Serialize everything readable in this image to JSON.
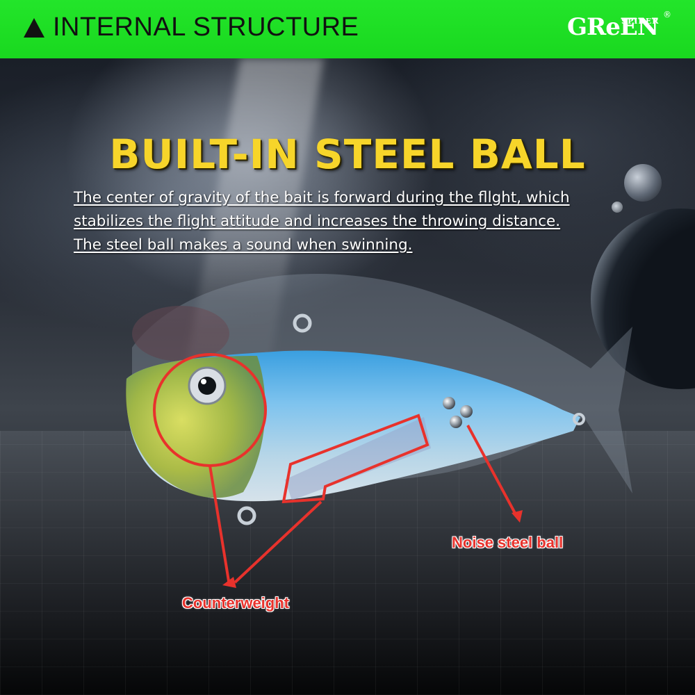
{
  "header": {
    "title": "INTERNAL STRUCTURE",
    "brand_logo": {
      "main": "GReEN",
      "sub": "SPIDER",
      "reg": "®"
    },
    "bar_color": "#1ed923"
  },
  "main": {
    "headline": "BUILT-IN STEEL BALL",
    "description_lines": [
      "The center of gravity of the bait is forward during the fllght, which",
      "stabilizes the flight attitude and increases the throwing distance.",
      "The steel ball makes a sound when swinning."
    ],
    "headline_color": "#f7d52a"
  },
  "callouts": {
    "noise": "Noise steel ball",
    "counter": "Counterweight",
    "color": "#e8322c"
  }
}
